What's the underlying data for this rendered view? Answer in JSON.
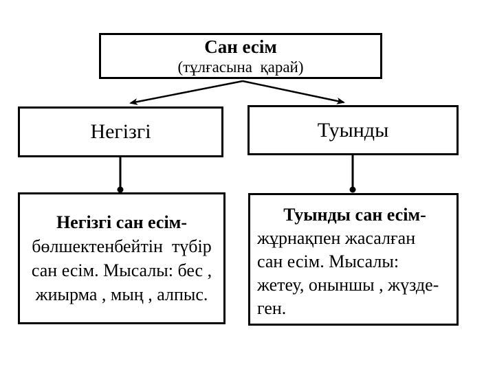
{
  "colors": {
    "background": "#ffffff",
    "border": "#000000",
    "text": "#000000"
  },
  "diagram": {
    "root": {
      "title": "Сан есім",
      "subtitle": "(тұлғасына  қарай)"
    },
    "branches": [
      {
        "label": "Негізгі",
        "description": [
          "Негізгі сан есім-",
          "бөлшектенбейтін  түбір",
          "сан есім. Мысалы: бес ,",
          "жиырма , мың , алпыс."
        ]
      },
      {
        "label": "Туынды",
        "description": [
          "Туынды сан есім-",
          "жұрнақпен жасалған",
          "сан есім. Мысалы:",
          "жетеу, оныншы , жүзде-",
          "ген."
        ]
      }
    ]
  }
}
